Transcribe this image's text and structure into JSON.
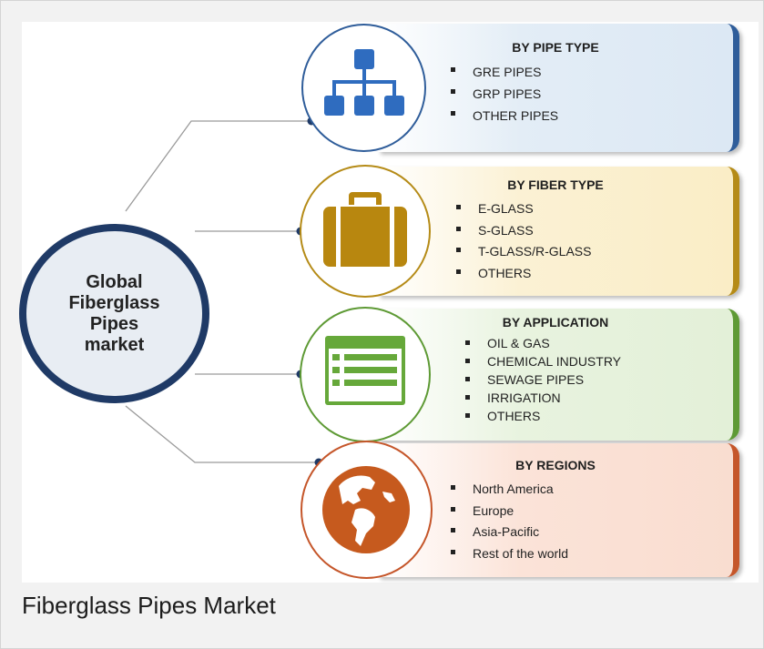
{
  "center": {
    "lines": [
      "Global",
      "Fiberglass Pipes",
      "market"
    ]
  },
  "segments": [
    {
      "title": "BY PIPE TYPE",
      "items": [
        "GRE PIPES",
        "GRP PIPES",
        "OTHER PIPES"
      ],
      "icon": "hierarchy-icon",
      "color": "#2f5d9a"
    },
    {
      "title": "BY FIBER TYPE",
      "items": [
        "E-GLASS",
        "S-GLASS",
        "T-GLASS/R-GLASS",
        "OTHERS"
      ],
      "icon": "briefcase-icon",
      "color": "#b58b17"
    },
    {
      "title": "BY APPLICATION",
      "items": [
        "OIL & GAS",
        "CHEMICAL INDUSTRY",
        "SEWAGE PIPES",
        "IRRIGATION",
        "OTHERS"
      ],
      "icon": "list-window-icon",
      "color": "#5e9a35"
    },
    {
      "title": "BY REGIONS",
      "items": [
        "North America",
        "Europe",
        "Asia-Pacific",
        "Rest of the world"
      ],
      "icon": "globe-icon",
      "color": "#c5562a"
    }
  ],
  "caption": "Fiberglass Pipes Market"
}
